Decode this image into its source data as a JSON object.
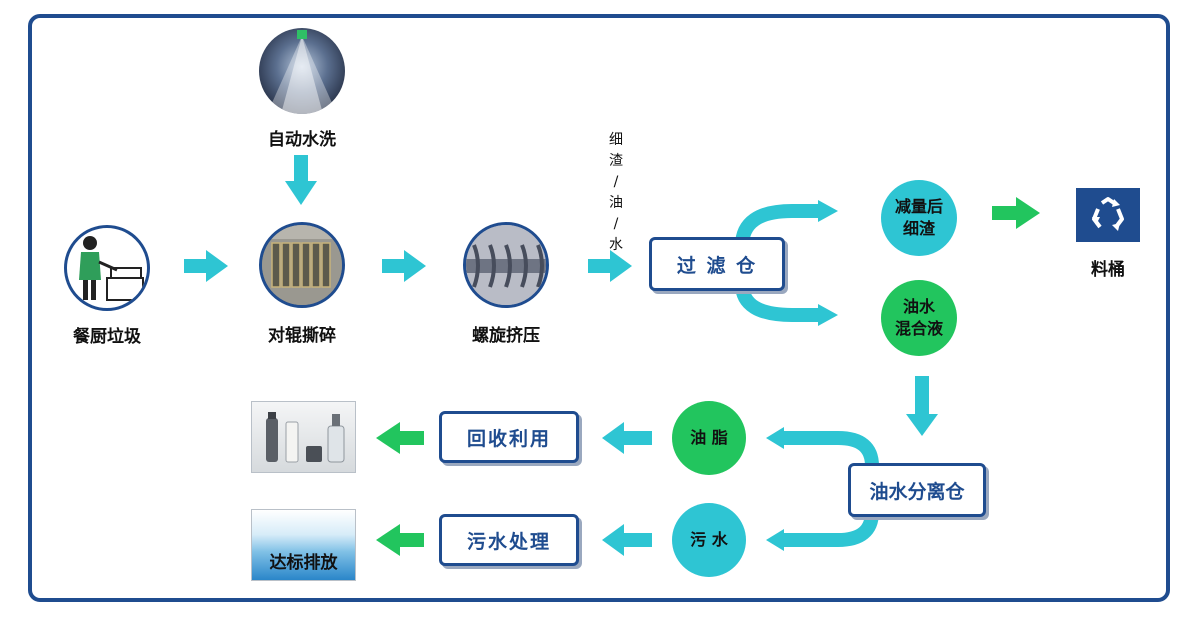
{
  "steps": {
    "auto_wash": "自动水洗",
    "kitchen_waste": "餐厨垃圾",
    "roller_shred": "对辊撕碎",
    "screw_press": "螺旋挤压",
    "filter_bin": "过 滤 仓",
    "reduced_residue": [
      "减量后",
      "细渣"
    ],
    "bucket": "料桶",
    "oil_water_mix": [
      "油水",
      "混合液"
    ],
    "separation_bin": "油水分离仓",
    "grease": "油 脂",
    "sewage": "污 水",
    "recycle": "回收利用",
    "sewage_treatment": "污水处理",
    "discharge": "达标排放"
  },
  "press_output": [
    "细",
    "渣",
    "/",
    "油",
    "/",
    "水"
  ],
  "colors": {
    "frame": "#1f4c8f",
    "arrow_cyan": "#2ec5d3",
    "arrow_green": "#22c55e",
    "recycle_tile": "#1f4c8f"
  },
  "icons": [
    "spray-nozzle-photo",
    "chef-icon",
    "shredder-photo",
    "screw-press-photo",
    "recycle-icon",
    "cosmetic-bottles-photo",
    "water-surface-photo"
  ]
}
